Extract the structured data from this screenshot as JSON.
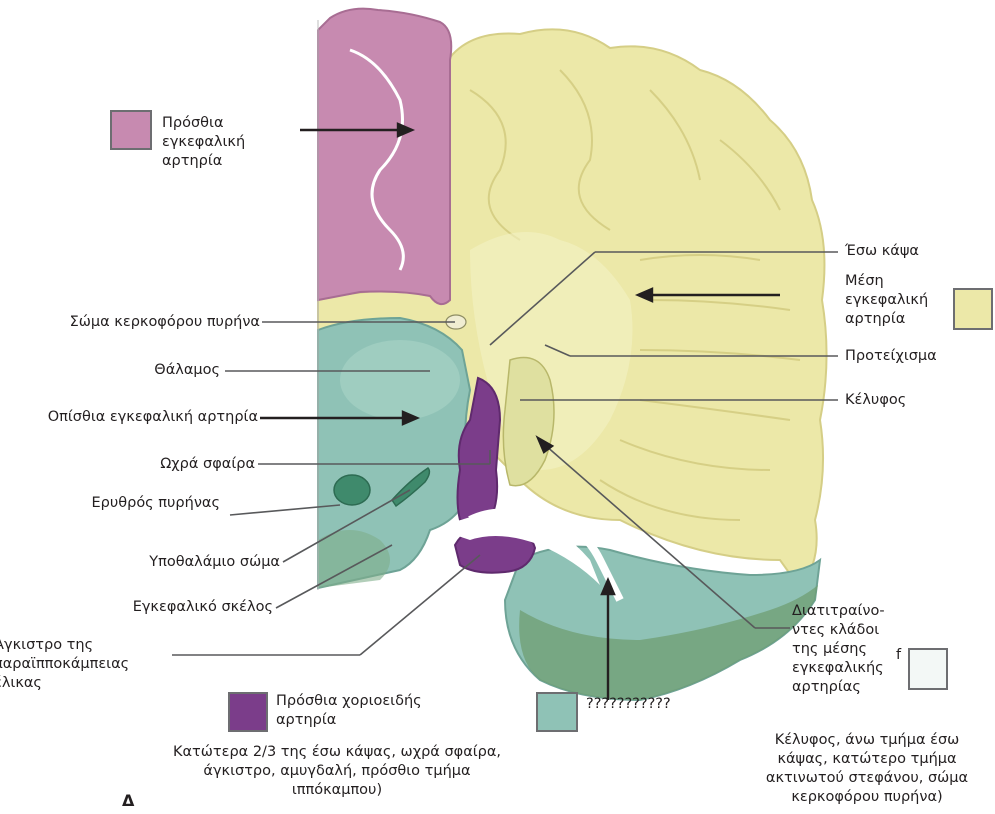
{
  "colors": {
    "anterior_cerebral": "#c78ab0",
    "middle_cerebral": "#ece8a8",
    "posterior_cerebral": "#8fc2b6",
    "anterior_choroidal": "#7b3d8a",
    "lenticulostriate": "#f3f8f6",
    "deep_green": "#6f9e72"
  },
  "labels": {
    "anterior_cerebral_artery": "Πρόσθια\nεγκεφαλική\nαρτηρία",
    "internal_capsule": "Έσω κάψα",
    "middle_cerebral_artery": "Μέση\nεγκεφαλική\nαρτηρία",
    "caudate_body": "Σώμα κερκοφόρου πυρήνα",
    "claustrum": "Προτείχισμα",
    "thalamus": "Θάλαμος",
    "putamen": "Κέλυφος",
    "posterior_cerebral_artery": "Οπίσθια εγκεφαλική αρτηρία",
    "globus_pallidus": "Ωχρά σφαίρα",
    "red_nucleus": "Ερυθρός πυρήνας",
    "subthalamic_body": "Υποθαλάμιο σώμα",
    "cerebral_peduncle": "Εγκεφαλικό σκέλος",
    "uncus": "Άγκιστρο της\nπαραϊπποκάμπειας\nέλικας",
    "lenticulostriate": "Διατιτραίνο-\nντες κλάδοι\nτης μέσης\nεγκεφαλικής\nαρτηρίας",
    "anterior_choroidal_artery": "Πρόσθια χοριοειδής\nαρτηρία",
    "anterior_choroidal_desc": "Κατώτερα 2/3 της έσω κάψας, ωχρά σφαίρα, άγκιστρο, αμυγδαλή, πρόσθιο τμήμα ιππόκαμπου)",
    "unknown_legend": "???????????",
    "lenticulostriate_desc": "Κέλυφος, άνω τμήμα έσω κάψας, κατώτερο τμήμα ακτινωτού στεφάνου, σώμα κερκοφόρου πυρήνα)",
    "panel_letter": "Δ",
    "stray_f": "f"
  }
}
